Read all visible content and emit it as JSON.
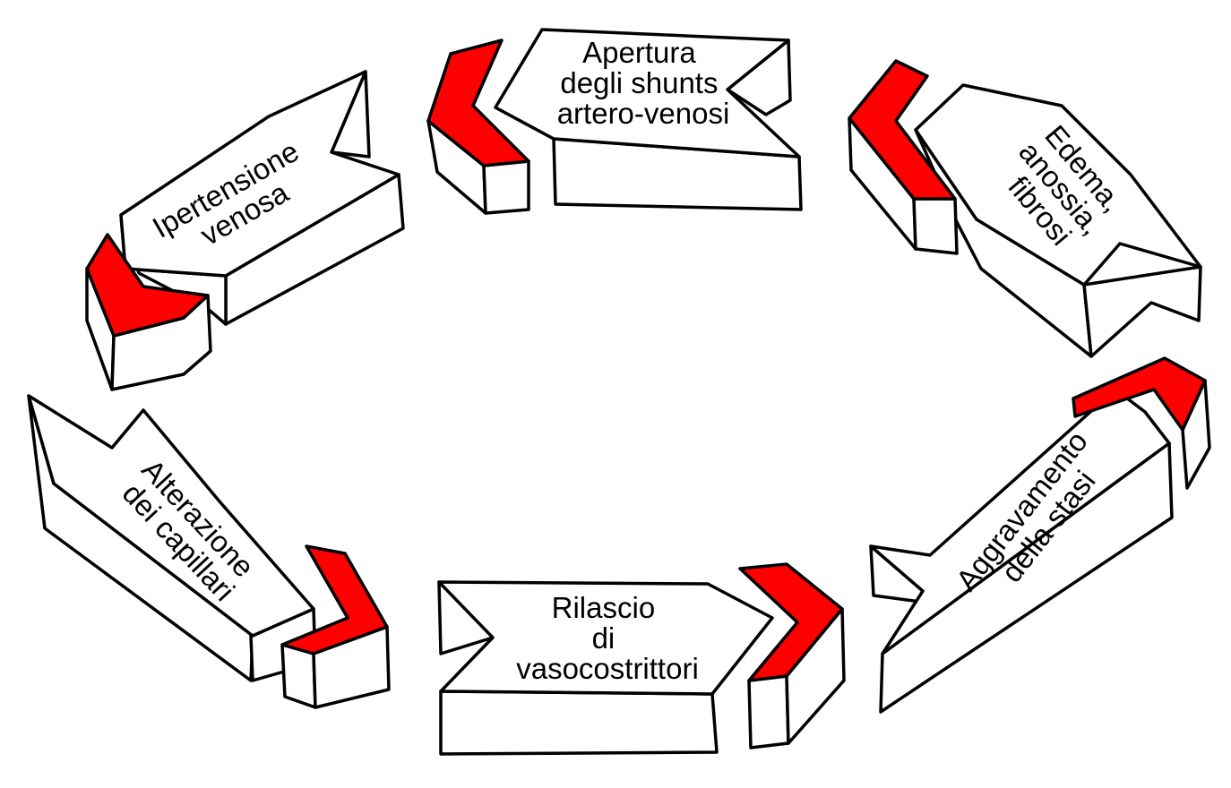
{
  "colors": {
    "chevron": "#ff0000",
    "outline": "#000000",
    "fill": "#ffffff"
  },
  "steps": [
    {
      "id": "shunts",
      "lines": [
        "Apertura",
        "degli shunts",
        "artero-venosi"
      ]
    },
    {
      "id": "edema",
      "lines": [
        "Edema,",
        "anossia,",
        "fibrosi"
      ]
    },
    {
      "id": "stasi",
      "lines": [
        "Aggravamento",
        "della stasi"
      ]
    },
    {
      "id": "rilascio",
      "lines": [
        "Rilascio",
        "di",
        "vasocostrittori"
      ]
    },
    {
      "id": "capillari",
      "lines": [
        "Alterazione",
        "dei capillari"
      ]
    },
    {
      "id": "ipertensione",
      "lines": [
        "Ipertensione",
        "venosa"
      ]
    }
  ]
}
